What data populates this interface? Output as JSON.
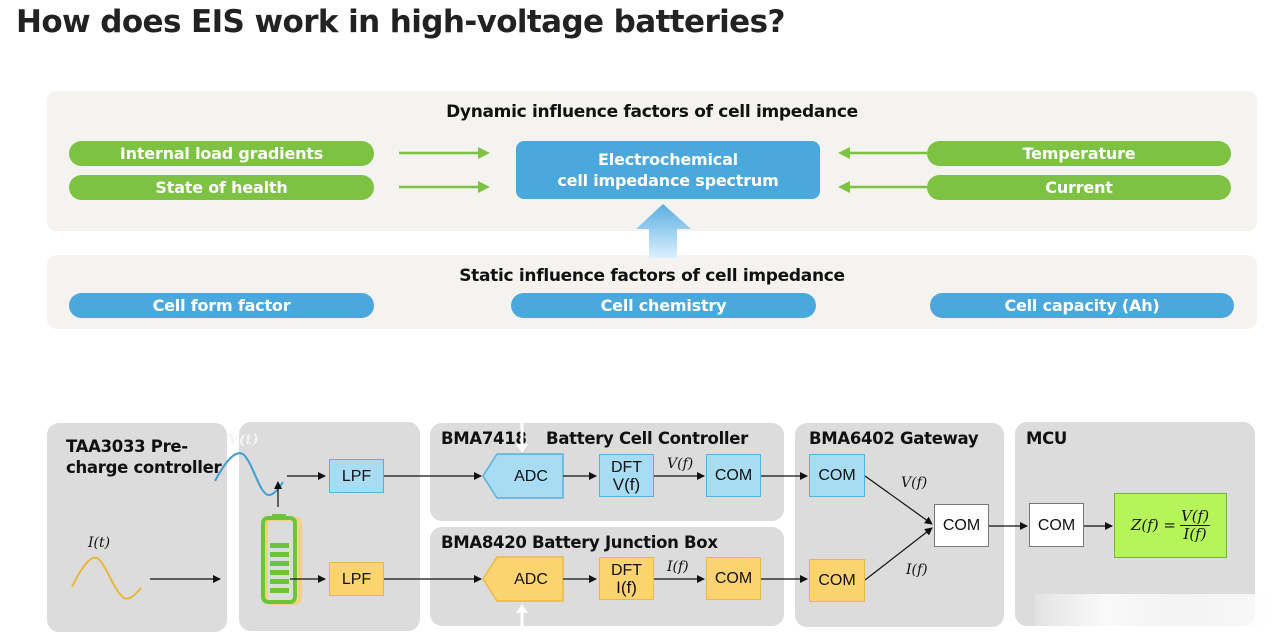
{
  "title": "How does EIS work in high-voltage batteries?",
  "dynamic_panel": {
    "title": "Dynamic influence factors of cell impedance",
    "left_factors": [
      "Internal load gradients",
      "State of health"
    ],
    "right_factors": [
      "Temperature",
      "Current"
    ],
    "center": {
      "line1": "Electrochemical",
      "line2": "cell impedance spectrum"
    }
  },
  "static_panel": {
    "title": "Static influence factors of cell impedance",
    "factors": [
      "Cell form factor",
      "Cell chemistry",
      "Cell capacity (Ah)"
    ]
  },
  "block_diagram": {
    "precharge": {
      "title_line1": "TAA3033 Pre-",
      "title_line2": "charge controller",
      "current_label": "I(t)"
    },
    "battery": {
      "voltage_label": "V(t)",
      "lpf_top": "LPF",
      "lpf_bottom": "LPF"
    },
    "cell_controller": {
      "title_id": "BMA7418",
      "title_name": "Battery Cell Controller",
      "adc": "ADC",
      "dft_line1": "DFT",
      "dft_line2": "V(f)",
      "signal": "V(f)",
      "com": "COM"
    },
    "junction_box": {
      "title": "BMA8420 Battery Junction Box",
      "adc": "ADC",
      "dft_line1": "DFT",
      "dft_line2": "I(f)",
      "signal": "I(f)",
      "com": "COM"
    },
    "gateway": {
      "title": "BMA6402 Gateway",
      "com_top": "COM",
      "com_bottom": "COM",
      "com_out": "COM",
      "v_label": "V(f)",
      "i_label": "I(f)"
    },
    "mcu": {
      "title": "MCU",
      "com": "COM",
      "formula_lhs": "Z(f) =",
      "formula_num": "V(f)",
      "formula_den": "I(f)"
    }
  },
  "colors": {
    "green": "#7dc242",
    "blue": "#4aa8dc",
    "light_blue": "#a8dcf3",
    "yellow": "#fbd36f",
    "lime": "#b5f55a",
    "panel_bg": "#f4f3f0",
    "box_bg": "#dcdcdc"
  }
}
